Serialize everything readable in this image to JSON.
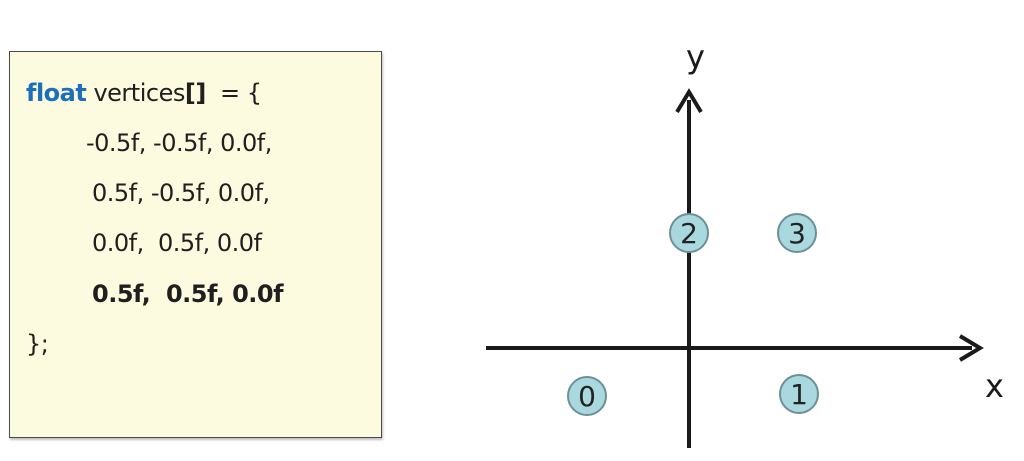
{
  "code": {
    "keyword": "float",
    "decl_name": " vertices",
    "decl_brackets": "[]",
    "decl_rest": "  = {",
    "lines": [
      "-0.5f, -0.5f, 0.0f,",
      "0.5f, -0.5f, 0.0f,",
      "0.0f,  0.5f, 0.0f"
    ],
    "highlight_line": "0.5f,  0.5f, 0.0f",
    "closing": "};"
  },
  "diagram": {
    "x_label": "x",
    "y_label": "y",
    "vertices": [
      {
        "label": "0"
      },
      {
        "label": "1"
      },
      {
        "label": "2"
      },
      {
        "label": "3"
      }
    ]
  },
  "colors": {
    "code_background": "#fdfbdf",
    "keyword": "#1c6fbd",
    "vertex_fill": "#a9d9df",
    "vertex_stroke": "#6d8f99",
    "axis": "#1a1a1a"
  }
}
